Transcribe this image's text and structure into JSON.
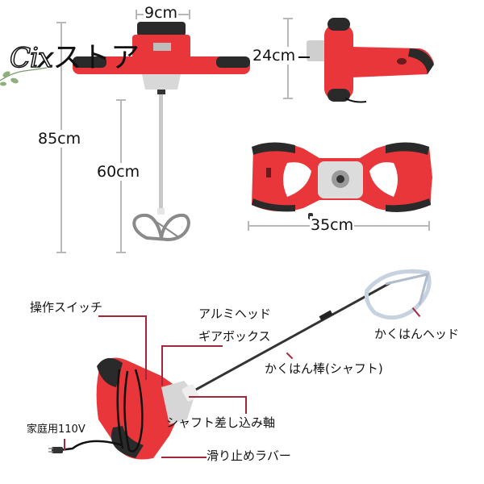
{
  "watermark": {
    "script_text": "Cix",
    "kana_text": "ストア",
    "leaf_color": "#7a9a6a"
  },
  "dimensions": {
    "top_width": "9cm",
    "side_height": "24cm",
    "total_height": "85cm",
    "shaft_length": "60cm",
    "handle_width": "35cm"
  },
  "callouts": {
    "switch": "操作スイッチ",
    "aluminum_head": "アルミヘッド",
    "gearbox": "ギアボックス",
    "mixing_head": "かくはんヘッド",
    "shaft": "かくはん棒(シャフト)",
    "shaft_socket": "シャフト差し込み軸",
    "power": "家庭用110V",
    "rubber_grip": "滑り止めラバー"
  },
  "colors": {
    "body_red": "#e8363a",
    "grip_dark": "#2a2a2a",
    "leader_line": "#a3263c",
    "dim_line": "#b8b8b8",
    "metal": "#d8d8d8"
  }
}
